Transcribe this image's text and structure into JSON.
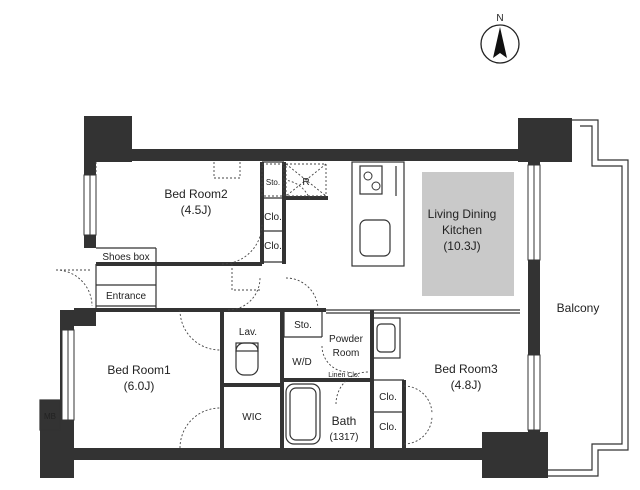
{
  "compass": {
    "label": "N",
    "icon": "north-arrow-icon"
  },
  "rooms": {
    "bed_room_2": {
      "name": "Bed Room2",
      "size": "(4.5J)"
    },
    "bed_room_1": {
      "name": "Bed Room1",
      "size": "(6.0J)"
    },
    "bed_room_3": {
      "name": "Bed Room3",
      "size": "(4.8J)"
    },
    "ldk": {
      "line1": "Living Dining",
      "line2": "Kitchen",
      "size": "(10.3J)"
    },
    "balcony": "Balcony",
    "entrance": "Entrance",
    "shoes_box": "Shoes box",
    "sto_small": "Sto.",
    "sto": "Sto.",
    "refrigerator": "R",
    "clo_a": "Clo.",
    "clo_b": "Clo.",
    "clo_c": "Clo.",
    "clo_d": "Clo.",
    "lav": "Lav.",
    "wd": "W/D",
    "powder_line1": "Powder",
    "powder_line2": "Room",
    "linen": "Linen Clo.",
    "bath": "Bath",
    "bath_size": "(1317)",
    "wic": "WIC",
    "mb": "MB"
  },
  "colors": {
    "wall": "#333333",
    "ldk_fill": "#c9c9c9",
    "line": "#333333"
  }
}
